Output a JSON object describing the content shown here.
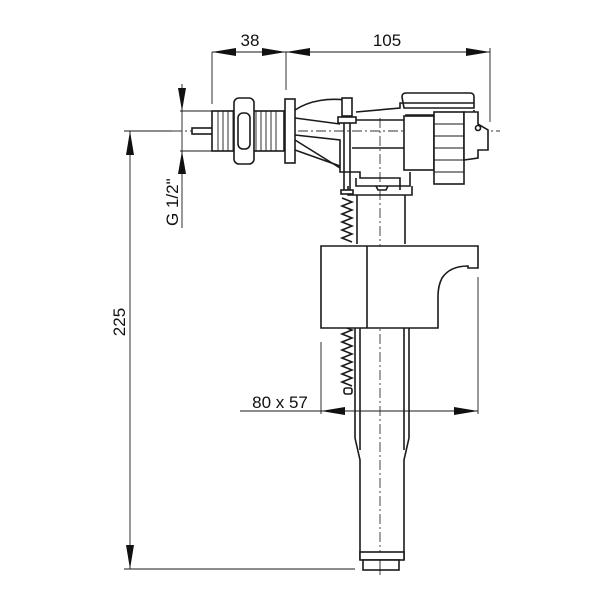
{
  "diagram": {
    "type": "technical-drawing",
    "subject": "side-inlet fill valve",
    "colors": {
      "line": "#1a1a1a",
      "background": "#ffffff"
    },
    "dimensions": {
      "top_left": "38",
      "top_right": "105",
      "thread": "G 1/2\"",
      "height": "225",
      "float": "80 x 57"
    }
  }
}
